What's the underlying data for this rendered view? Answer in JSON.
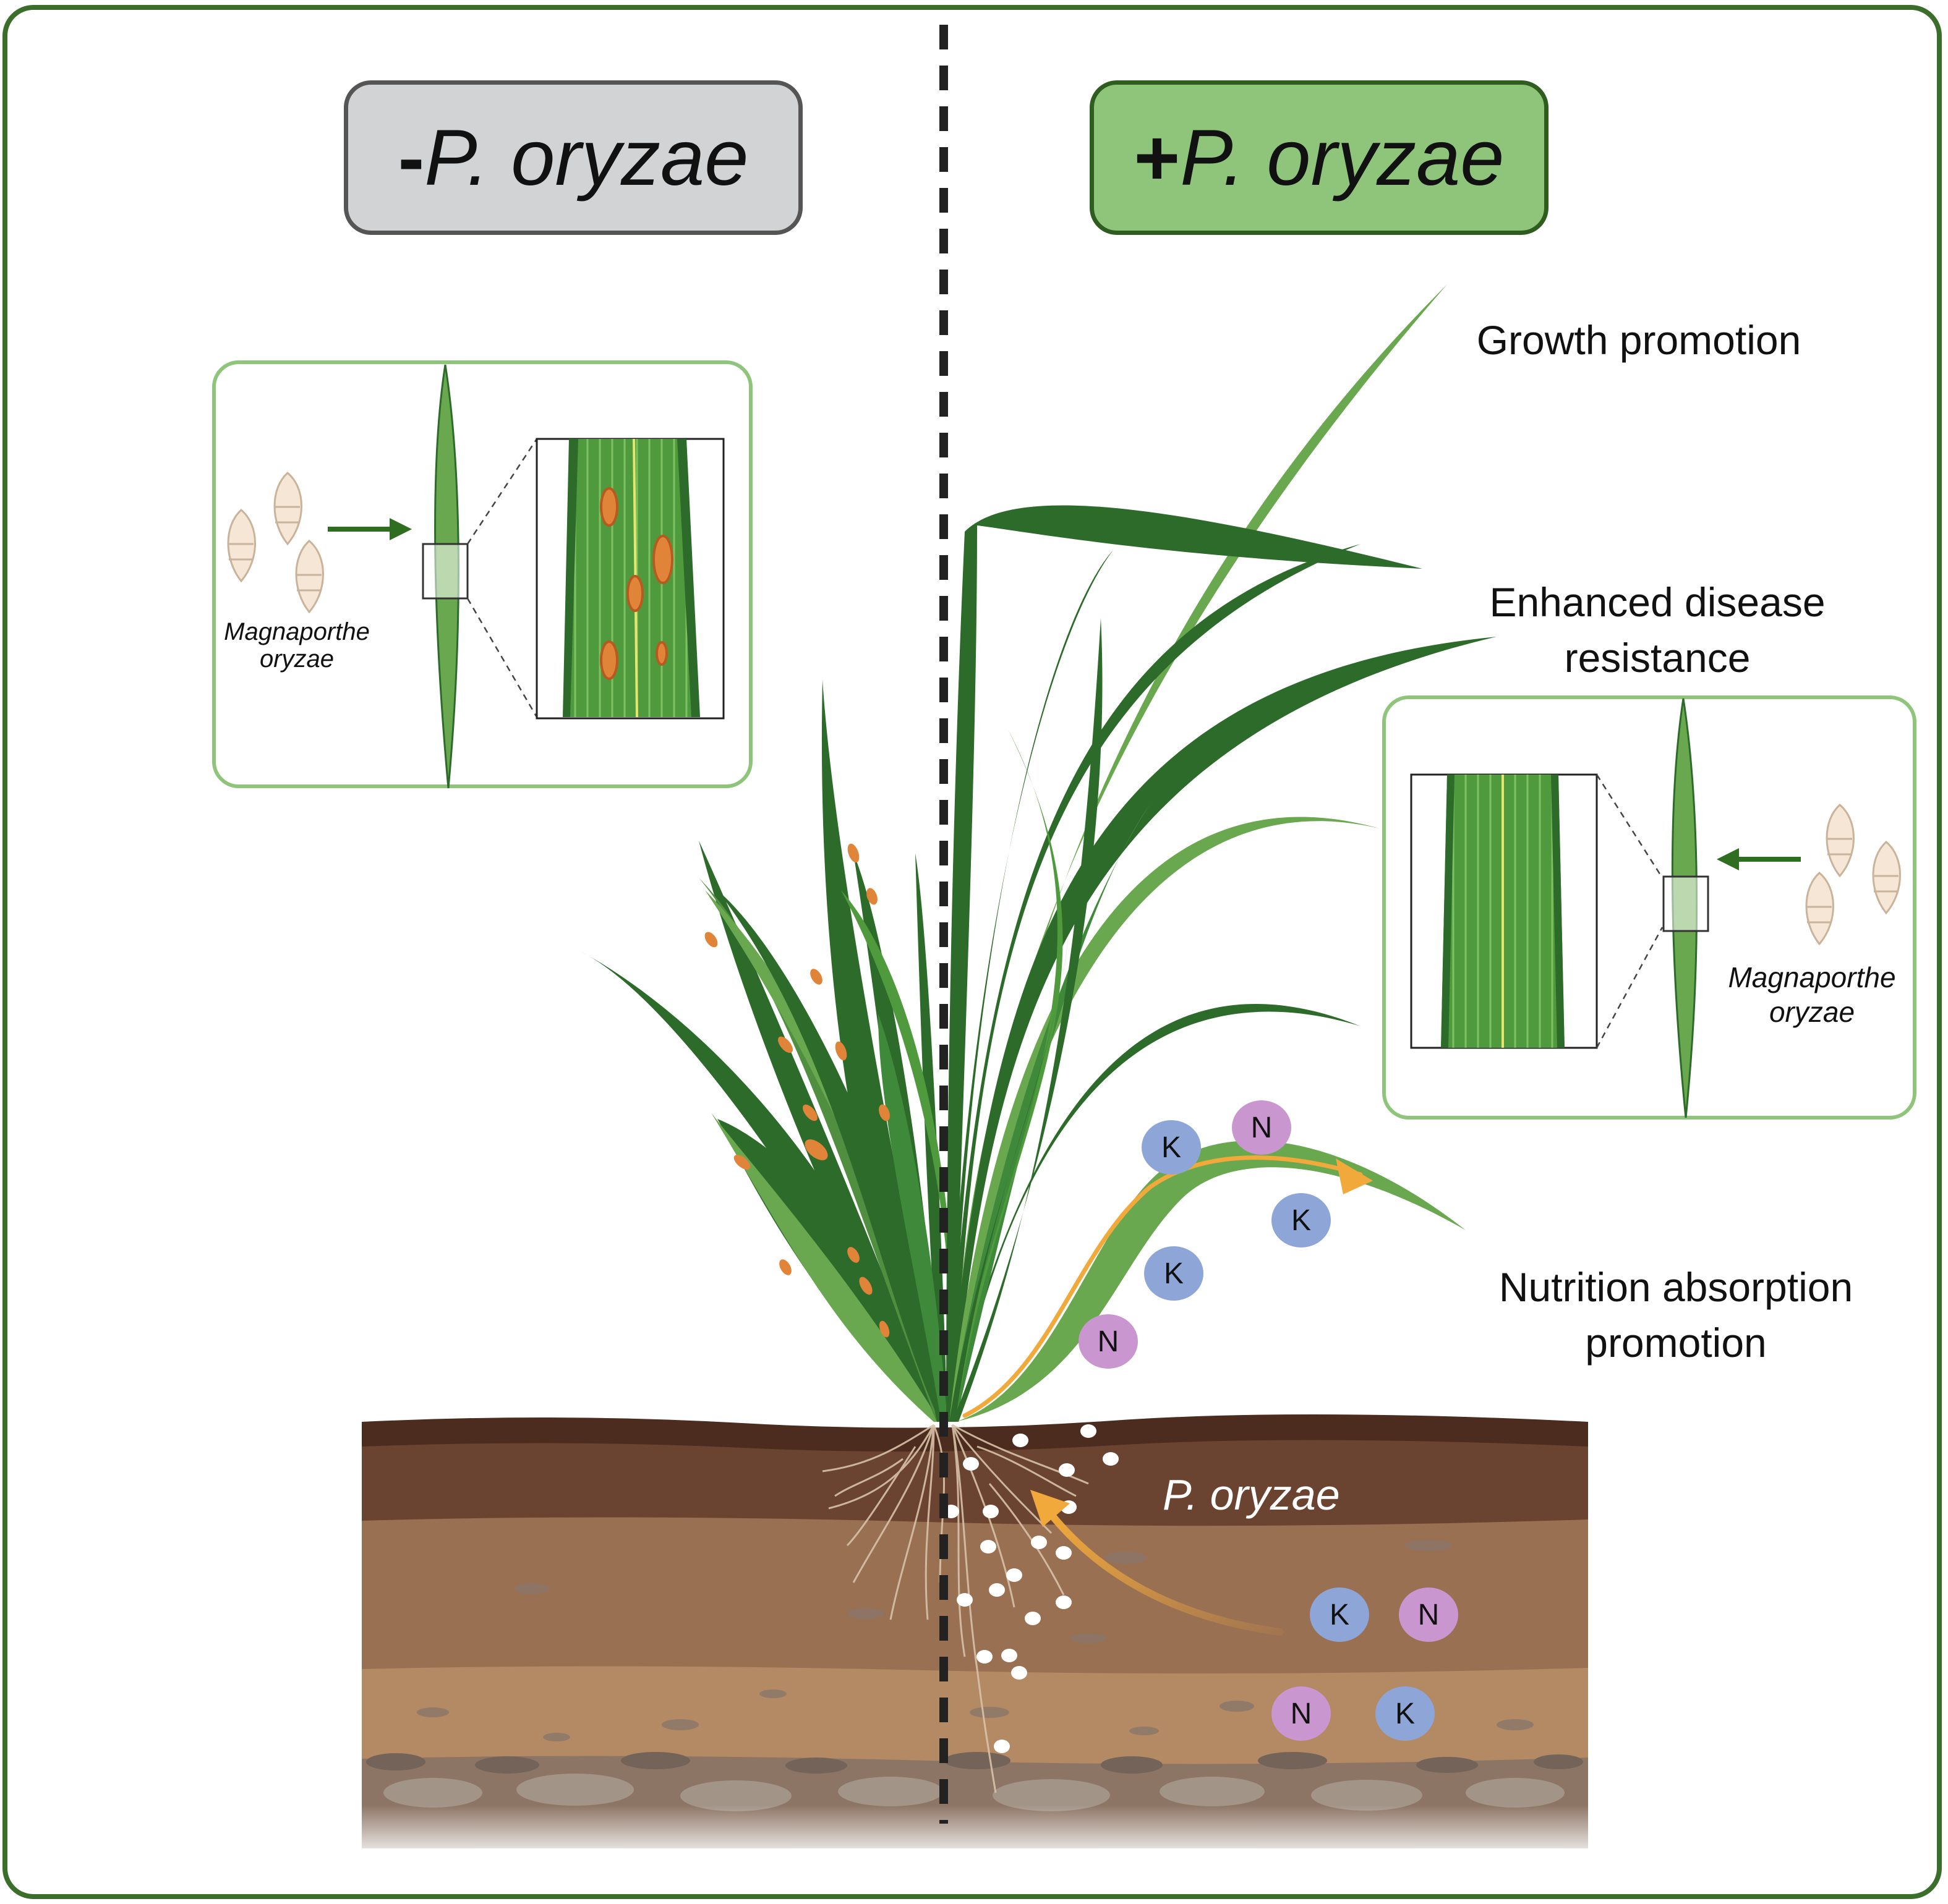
{
  "panels": {
    "left": {
      "sign": "-",
      "organism": "P. oryzae",
      "color": "#d1d3d4",
      "border": "#555555"
    },
    "right": {
      "sign": "+",
      "organism": "P. oryzae",
      "color": "#8fc57a",
      "border": "#2f5d1f"
    }
  },
  "effects": {
    "growth": "Growth promotion",
    "disease_line1": "Enhanced disease",
    "disease_line2": "resistance",
    "nutrition_line1": "Nutrition absorption",
    "nutrition_line2": "promotion"
  },
  "pathogen": {
    "line1": "Magnaporthe",
    "line2": "oryzae"
  },
  "soil_label": "P. oryzae",
  "ions": {
    "potassium": "K",
    "nitrogen": "N"
  },
  "colors": {
    "frame": "#3b6e2a",
    "leaf_dark": "#2d6b2a",
    "leaf_light": "#6aa84f",
    "lesion": "#e0843a",
    "arrow": "#f2a93b",
    "soil_top": "#4b2c1f",
    "soil_mid": "#6b4431",
    "soil_low": "#9a7053",
    "soil_deep": "#b38a63",
    "rock": "#7b6f66"
  },
  "icons": [
    "spore-icon",
    "arrow-icon",
    "leaf-icon",
    "magnifier-box-icon",
    "root-icon"
  ]
}
